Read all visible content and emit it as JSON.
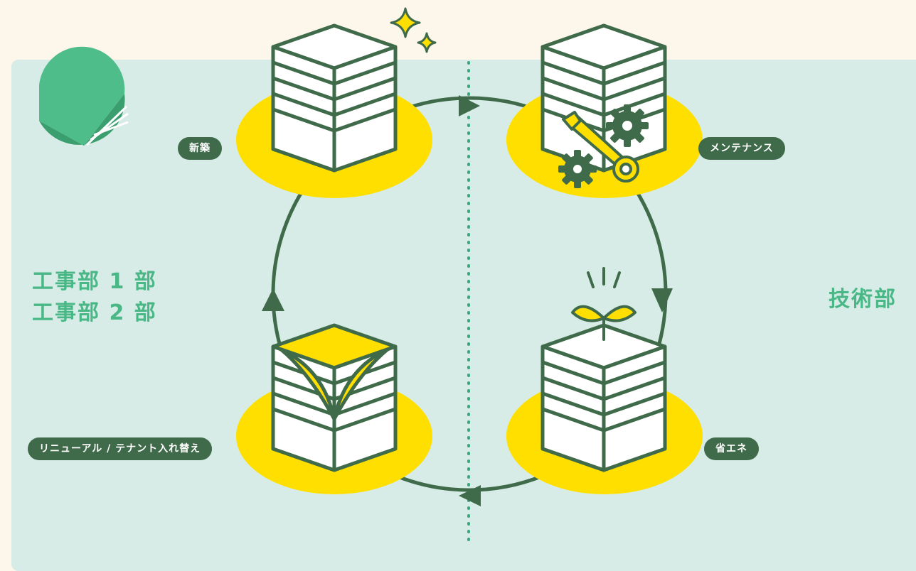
{
  "stages": {
    "new_build": "新築",
    "maintenance": "メンテナンス",
    "energy_saving": "省エネ",
    "renewal": "リニューアル / テナント入れ替え"
  },
  "departments": {
    "left_line1": "工事部 1 部",
    "left_line2": "工事部 2 部",
    "right": "技術部"
  },
  "colors": {
    "page_bg": "#fdf6ea",
    "panel_bg": "#d7ece7",
    "dark_green": "#3f6b4a",
    "accent_green": "#49b886",
    "yellow": "#ffdf00"
  },
  "icons": [
    "logo-icon",
    "sparkle-icon",
    "wrench-icon",
    "gear-icon",
    "sprout-icon",
    "building-icon",
    "arrow-icon"
  ]
}
